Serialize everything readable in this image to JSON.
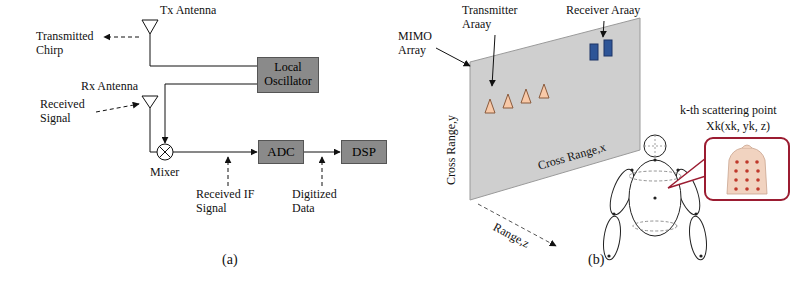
{
  "diagram": {
    "nodes": [
      {
        "text": [
          "Local Oscillator"
        ]
      },
      {
        "text": [
          "ADC"
        ]
      },
      {
        "text": [
          "DSP"
        ]
      }
    ],
    "edges": [
      {
        "from": 1,
        "to": 2,
        "arrow": "to"
      }
    ],
    "labels": [
      "Tx Antenna",
      "Transmitted Chirp",
      "Rx Antenna",
      "Received Signal",
      "Mixer",
      "Received IF Signal",
      "Digitized Data",
      "(a)",
      "MIMO Array",
      "Transmitter Araay",
      "Receiver Araay",
      "Cross Range,y",
      "Cross Range,x",
      "Range,z",
      "k-th scattering point",
      "Xk(xk, yk, z)",
      "(b)"
    ]
  }
}
